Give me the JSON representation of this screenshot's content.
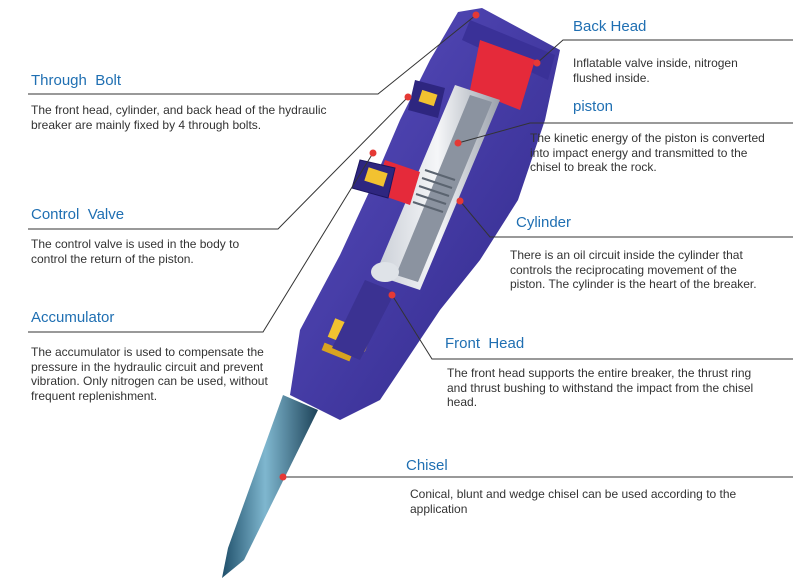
{
  "components": [
    {
      "name": "Back Head",
      "description": "Inflatable valve inside, nitrogen flushed inside."
    },
    {
      "name": "piston",
      "description": "The kinetic  energy of the piston is converted into impact energy and transmitted to the chisel to break the rock."
    },
    {
      "name": "Cylinder",
      "description": "There is an oil circuit inside the cylinder that controls the reciprocating movement of the piston. The cylinder is the heart of the breaker."
    },
    {
      "name": "Front  Head",
      "description": "The front head supports the entire breaker, the thrust ring and thrust bushing to withstand the impact from the chisel head."
    },
    {
      "name": "Chisel",
      "description": "Conical, blunt and wedge chisel can be used according to the application"
    },
    {
      "name": "Through  Bolt",
      "description": "The front head, cylinder, and back head of the hydraulic breaker are mainly fixed by 4 through bolts."
    },
    {
      "name": "Control  Valve",
      "description": "The control valve is used in the body to control the return of the piston."
    },
    {
      "name": "Accumulator",
      "description": "The accumulator is used to compensate the pressure in the hydraulic circuit and prevent vibration. Only nitrogen can be used, without frequent replenishment."
    }
  ],
  "colors": {
    "label": "#1f6fb2",
    "text": "#333333",
    "leader_line": "#333333",
    "marker": "#e53935",
    "body": "#4a3fa8",
    "body_dark": "#2e2680",
    "red_part": "#e52a3a",
    "chisel": "#3a7fa0",
    "yellow_part": "#f2c230"
  }
}
